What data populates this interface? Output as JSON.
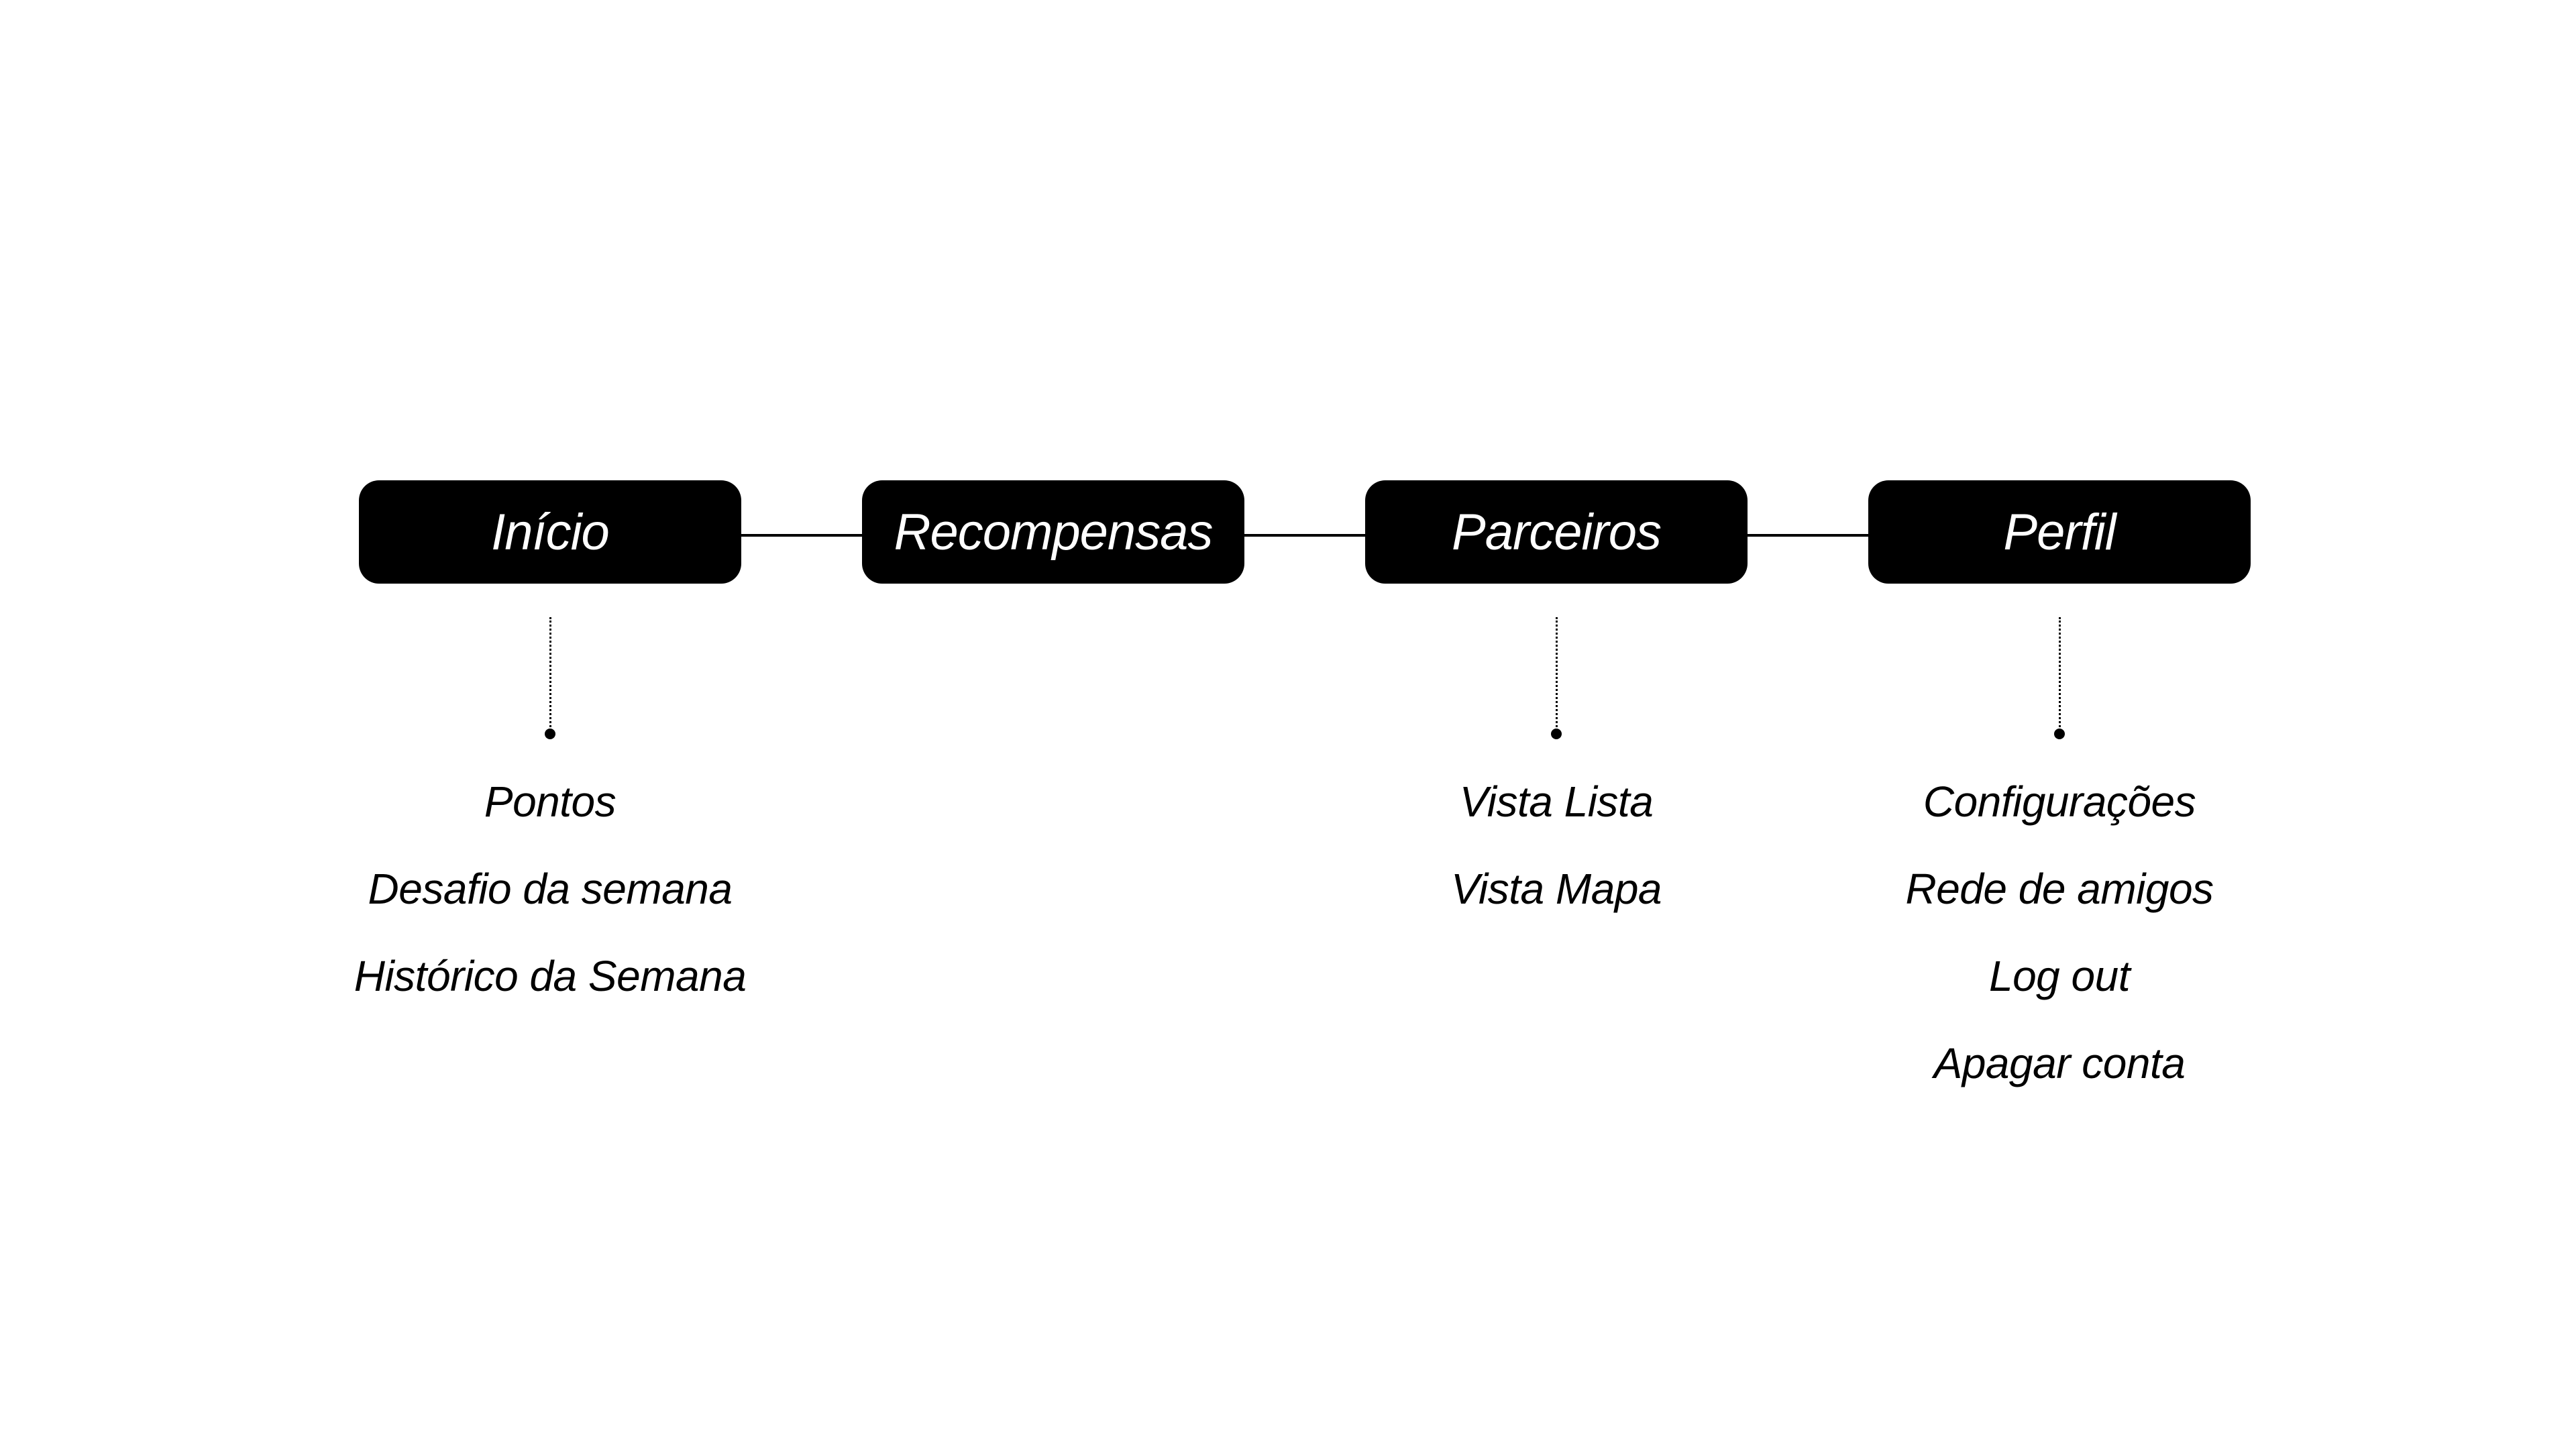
{
  "colors": {
    "background": "#ffffff",
    "node_fill": "#000000",
    "node_text": "#ffffff",
    "line": "#000000"
  },
  "nodes": [
    {
      "label": "Início",
      "children": [
        "Pontos",
        "Desafio da semana",
        "Histórico da Semana"
      ]
    },
    {
      "label": "Recompensas",
      "children": []
    },
    {
      "label": "Parceiros",
      "children": [
        "Vista Lista",
        "Vista Mapa"
      ]
    },
    {
      "label": "Perfil",
      "children": [
        "Configurações",
        "Rede de amigos",
        "Log out",
        "Apagar conta"
      ]
    }
  ]
}
